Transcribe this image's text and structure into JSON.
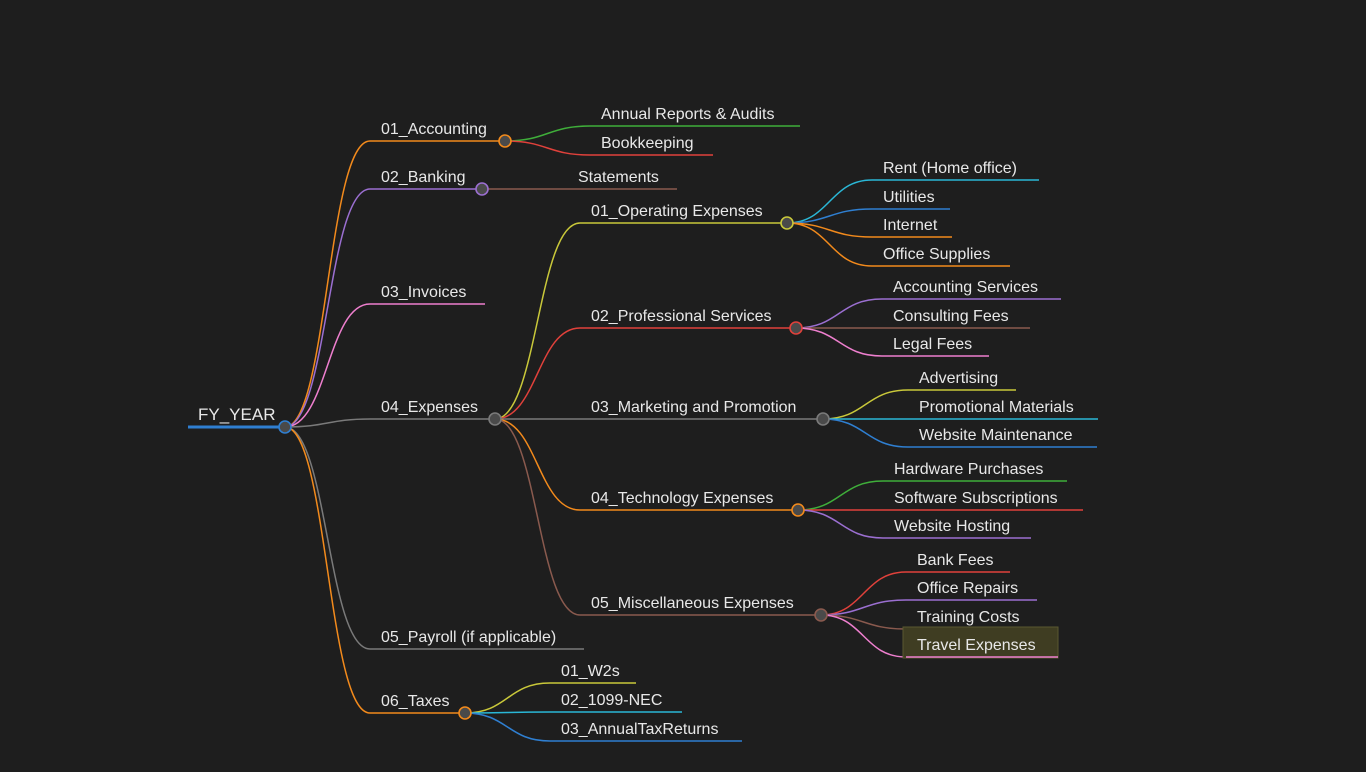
{
  "root": {
    "label": "FY_YEAR",
    "color": "#2f7fd1",
    "children": [
      {
        "label": "01_Accounting",
        "color": "#f28a1c",
        "children": [
          {
            "label": "Annual Reports & Audits",
            "color": "#3fae3a"
          },
          {
            "label": "Bookkeeping",
            "color": "#e0413b"
          }
        ]
      },
      {
        "label": "02_Banking",
        "color": "#9b6fd1",
        "children": [
          {
            "label": "Statements",
            "color": "#8a5a4e"
          }
        ]
      },
      {
        "label": "03_Invoices",
        "color": "#ee7fce"
      },
      {
        "label": "04_Expenses",
        "color": "#7a7a7a",
        "children": [
          {
            "label": "01_Operating Expenses",
            "color": "#c9c83a",
            "children": [
              {
                "label": "Rent (Home office)",
                "color": "#2ab7d6"
              },
              {
                "label": "Utilities",
                "color": "#2f7fd1"
              },
              {
                "label": "Internet",
                "color": "#f28a1c"
              },
              {
                "label": "Office Supplies",
                "color": "#f28a1c"
              }
            ]
          },
          {
            "label": "02_Professional Services",
            "color": "#e0413b",
            "children": [
              {
                "label": "Accounting Services",
                "color": "#9b6fd1"
              },
              {
                "label": "Consulting Fees",
                "color": "#8a5a4e"
              },
              {
                "label": "Legal Fees",
                "color": "#ee7fce"
              }
            ]
          },
          {
            "label": "03_Marketing and Promotion",
            "color": "#7a7a7a",
            "children": [
              {
                "label": "Advertising",
                "color": "#c9c83a"
              },
              {
                "label": "Promotional Materials",
                "color": "#2ab7d6"
              },
              {
                "label": "Website Maintenance",
                "color": "#2f7fd1"
              }
            ]
          },
          {
            "label": "04_Technology Expenses",
            "color": "#f28a1c",
            "children": [
              {
                "label": "Hardware Purchases",
                "color": "#3fae3a"
              },
              {
                "label": "Software Subscriptions",
                "color": "#e0413b"
              },
              {
                "label": "Website Hosting",
                "color": "#9b6fd1"
              }
            ]
          },
          {
            "label": "05_Miscellaneous Expenses",
            "color": "#8a5a4e",
            "children": [
              {
                "label": "Bank Fees",
                "color": "#e0413b"
              },
              {
                "label": "Office Repairs",
                "color": "#9b6fd1"
              },
              {
                "label": "Training Costs",
                "color": "#8a5a4e"
              },
              {
                "label": "Travel Expenses",
                "color": "#ee7fce",
                "selected": true
              }
            ]
          }
        ]
      },
      {
        "label": "05_Payroll (if applicable)",
        "color": "#7a7a7a"
      },
      {
        "label": "06_Taxes",
        "color": "#f28a1c",
        "children": [
          {
            "label": "01_W2s",
            "color": "#c9c83a"
          },
          {
            "label": "02_1099-NEC",
            "color": "#2ab7d6"
          },
          {
            "label": "03_AnnualTaxReturns",
            "color": "#2f7fd1"
          }
        ]
      }
    ]
  },
  "theme": {
    "background": "#1e1e1e",
    "text": "#e8e8e8",
    "node_fill": "#4a4a4a",
    "selection_fill": "#3f3d22",
    "selection_border": "#5a5830"
  }
}
